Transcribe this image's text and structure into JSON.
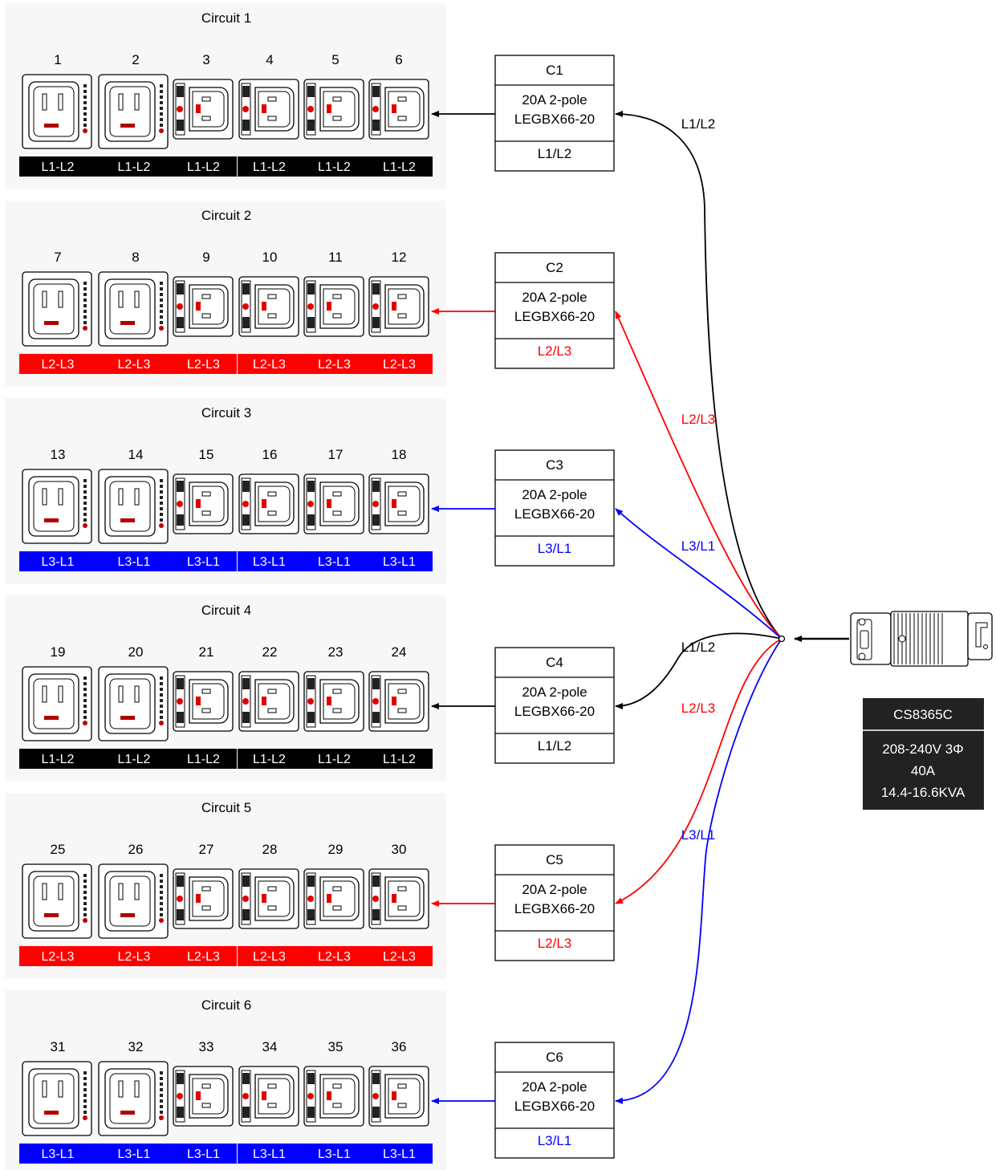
{
  "colors": {
    "L1-L2": "#000000",
    "L2-L3": "#ff0000",
    "L3-L1": "#0000ff",
    "panel_bg": "#f7f7f7",
    "label_text": "#ffffff",
    "spec_box_bg": "#222222",
    "spec_box_text": "#ffffff"
  },
  "circuits": [
    {
      "title": "Circuit 1",
      "phase": "L1-L2",
      "outlets": [
        {
          "number": "1",
          "type": "C19",
          "label": "L1-L2"
        },
        {
          "number": "2",
          "type": "C19",
          "label": "L1-L2"
        },
        {
          "number": "3",
          "type": "C13",
          "label": "L1-L2"
        },
        {
          "number": "4",
          "type": "C13",
          "label": "L1-L2"
        },
        {
          "number": "5",
          "type": "C13",
          "label": "L1-L2"
        },
        {
          "number": "6",
          "type": "C13",
          "label": "L1-L2"
        }
      ],
      "breaker": {
        "name": "C1",
        "rating": "20A 2-pole",
        "model": "LEGBX66-20",
        "phase": "L1/L2"
      },
      "feed_label": "L1/L2"
    },
    {
      "title": "Circuit 2",
      "phase": "L2-L3",
      "outlets": [
        {
          "number": "7",
          "type": "C19",
          "label": "L2-L3"
        },
        {
          "number": "8",
          "type": "C19",
          "label": "L2-L3"
        },
        {
          "number": "9",
          "type": "C13",
          "label": "L2-L3"
        },
        {
          "number": "10",
          "type": "C13",
          "label": "L2-L3"
        },
        {
          "number": "11",
          "type": "C13",
          "label": "L2-L3"
        },
        {
          "number": "12",
          "type": "C13",
          "label": "L2-L3"
        }
      ],
      "breaker": {
        "name": "C2",
        "rating": "20A 2-pole",
        "model": "LEGBX66-20",
        "phase": "L2/L3"
      },
      "feed_label": "L2/L3"
    },
    {
      "title": "Circuit 3",
      "phase": "L3-L1",
      "outlets": [
        {
          "number": "13",
          "type": "C19",
          "label": "L3-L1"
        },
        {
          "number": "14",
          "type": "C19",
          "label": "L3-L1"
        },
        {
          "number": "15",
          "type": "C13",
          "label": "L3-L1"
        },
        {
          "number": "16",
          "type": "C13",
          "label": "L3-L1"
        },
        {
          "number": "17",
          "type": "C13",
          "label": "L3-L1"
        },
        {
          "number": "18",
          "type": "C13",
          "label": "L3-L1"
        }
      ],
      "breaker": {
        "name": "C3",
        "rating": "20A 2-pole",
        "model": "LEGBX66-20",
        "phase": "L3/L1"
      },
      "feed_label": "L3/L1"
    },
    {
      "title": "Circuit 4",
      "phase": "L1-L2",
      "outlets": [
        {
          "number": "19",
          "type": "C19",
          "label": "L1-L2"
        },
        {
          "number": "20",
          "type": "C19",
          "label": "L1-L2"
        },
        {
          "number": "21",
          "type": "C13",
          "label": "L1-L2"
        },
        {
          "number": "22",
          "type": "C13",
          "label": "L1-L2"
        },
        {
          "number": "23",
          "type": "C13",
          "label": "L1-L2"
        },
        {
          "number": "24",
          "type": "C13",
          "label": "L1-L2"
        }
      ],
      "breaker": {
        "name": "C4",
        "rating": "20A 2-pole",
        "model": "LEGBX66-20",
        "phase": "L1/L2"
      },
      "feed_label": "L1/L2"
    },
    {
      "title": "Circuit 5",
      "phase": "L2-L3",
      "outlets": [
        {
          "number": "25",
          "type": "C19",
          "label": "L2-L3"
        },
        {
          "number": "26",
          "type": "C19",
          "label": "L2-L3"
        },
        {
          "number": "27",
          "type": "C13",
          "label": "L2-L3"
        },
        {
          "number": "28",
          "type": "C13",
          "label": "L2-L3"
        },
        {
          "number": "29",
          "type": "C13",
          "label": "L2-L3"
        },
        {
          "number": "30",
          "type": "C13",
          "label": "L2-L3"
        }
      ],
      "breaker": {
        "name": "C5",
        "rating": "20A 2-pole",
        "model": "LEGBX66-20",
        "phase": "L2/L3"
      },
      "feed_label": "L2/L3"
    },
    {
      "title": "Circuit 6",
      "phase": "L3-L1",
      "outlets": [
        {
          "number": "31",
          "type": "C19",
          "label": "L3-L1"
        },
        {
          "number": "32",
          "type": "C19",
          "label": "L3-L1"
        },
        {
          "number": "33",
          "type": "C13",
          "label": "L3-L1"
        },
        {
          "number": "34",
          "type": "C13",
          "label": "L3-L1"
        },
        {
          "number": "35",
          "type": "C13",
          "label": "L3-L1"
        },
        {
          "number": "36",
          "type": "C13",
          "label": "L3-L1"
        }
      ],
      "breaker": {
        "name": "C6",
        "rating": "20A 2-pole",
        "model": "LEGBX66-20",
        "phase": "L3/L1"
      },
      "feed_label": "L3/L1"
    }
  ],
  "input": {
    "icon": "power-inlet-plug-icon",
    "model": "CS8365C",
    "specs": [
      "208-240V 3Φ",
      "40A",
      "14.4-16.6KVA"
    ]
  }
}
